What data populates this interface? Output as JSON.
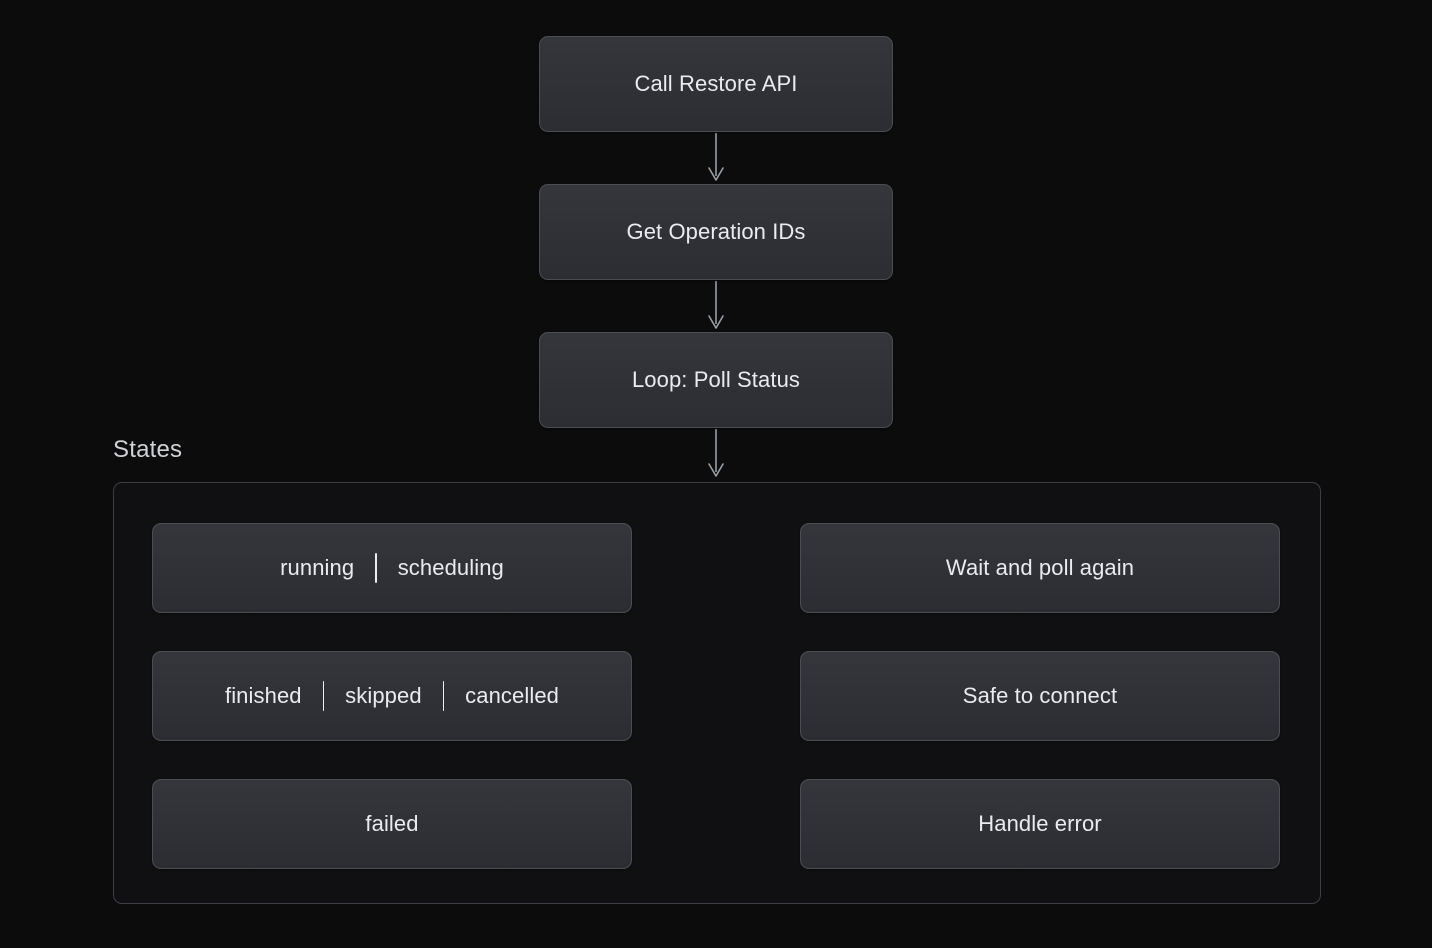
{
  "diagram": {
    "type": "flowchart",
    "title": "",
    "background_color": "#0c0c0d",
    "node_fill_color": "#303238",
    "node_border_color": "#4a4d53",
    "text_color": "#e9ebee",
    "edge_color": "#9aa0a6",
    "nodes": [
      {
        "id": "call",
        "label": "Call Restore API"
      },
      {
        "id": "getops",
        "label": "Get Operation IDs"
      },
      {
        "id": "loop",
        "label": "Loop: Poll Status"
      },
      {
        "id": "wait",
        "label": "Wait and poll again"
      },
      {
        "id": "safe",
        "label": "Safe to connect"
      },
      {
        "id": "handle",
        "label": "Handle error"
      }
    ],
    "state_nodes": [
      {
        "id": "running",
        "parts": [
          "running",
          "scheduling"
        ]
      },
      {
        "id": "terminal",
        "parts": [
          "finished",
          "skipped",
          "cancelled"
        ]
      },
      {
        "id": "failed",
        "parts": [
          "failed"
        ]
      }
    ],
    "subgraph": {
      "title": "States"
    },
    "edges": [
      {
        "from": "call",
        "to": "getops",
        "style": "solid",
        "direction": "down"
      },
      {
        "from": "getops",
        "to": "loop",
        "style": "solid",
        "direction": "down"
      },
      {
        "from": "loop",
        "to": "States",
        "style": "solid",
        "direction": "down"
      },
      {
        "from": "running",
        "to": "wait",
        "style": "dotted",
        "direction": "right"
      },
      {
        "from": "terminal",
        "to": "safe",
        "style": "dotted",
        "direction": "right"
      },
      {
        "from": "failed",
        "to": "handle",
        "style": "dotted",
        "direction": "right"
      }
    ]
  }
}
